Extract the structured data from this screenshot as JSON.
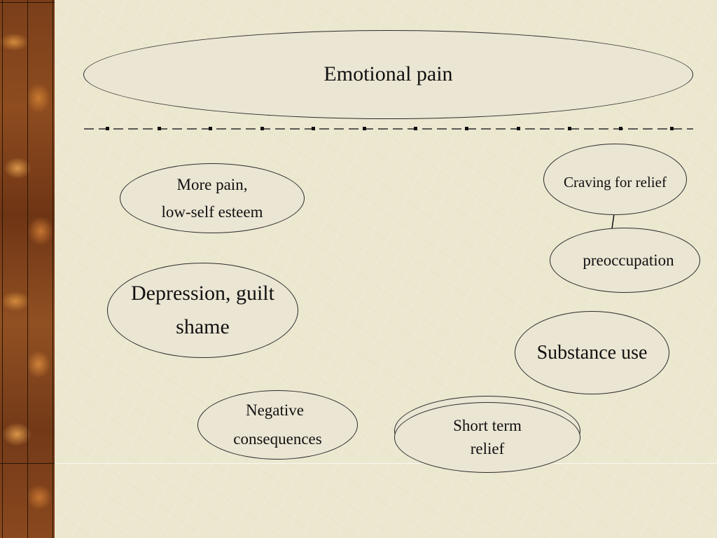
{
  "diagram": {
    "title": "Emotional pain",
    "nodes": {
      "craving": "Craving for relief",
      "preoccupation": "preoccupation",
      "substance_use": "Substance use",
      "short_term_relief": [
        "Short term",
        "relief"
      ],
      "negative_consequences": [
        "Negative",
        "consequences"
      ],
      "depression": [
        "Depression, guilt",
        "shame"
      ],
      "more_pain": [
        "More pain,",
        "low-self esteem"
      ]
    },
    "edges": [
      {
        "from": "craving",
        "to": "preoccupation"
      }
    ]
  },
  "colors": {
    "background": "#ece7cf",
    "ellipse_fill": "#ebe5d3",
    "stroke": "#2b2b2b",
    "side_strip": "#8e4c1f"
  }
}
